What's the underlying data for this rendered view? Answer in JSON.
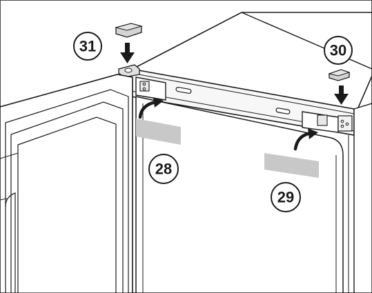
{
  "callouts": [
    {
      "id": "c31",
      "label": "31"
    },
    {
      "id": "c30",
      "label": "30"
    },
    {
      "id": "c28",
      "label": "28"
    },
    {
      "id": "c29",
      "label": "29"
    }
  ],
  "colors": {
    "line": "#1a1a1a",
    "cabinet_fill": "#ffffff",
    "panel_fill": "#f4f4f4",
    "label_fill": "#c8c8c8",
    "cap_fill": "#d4d4d4",
    "frame_stroke": "#4a4a4a"
  },
  "icons": [
    "arrow-down-icon",
    "curved-arrow-icon"
  ]
}
